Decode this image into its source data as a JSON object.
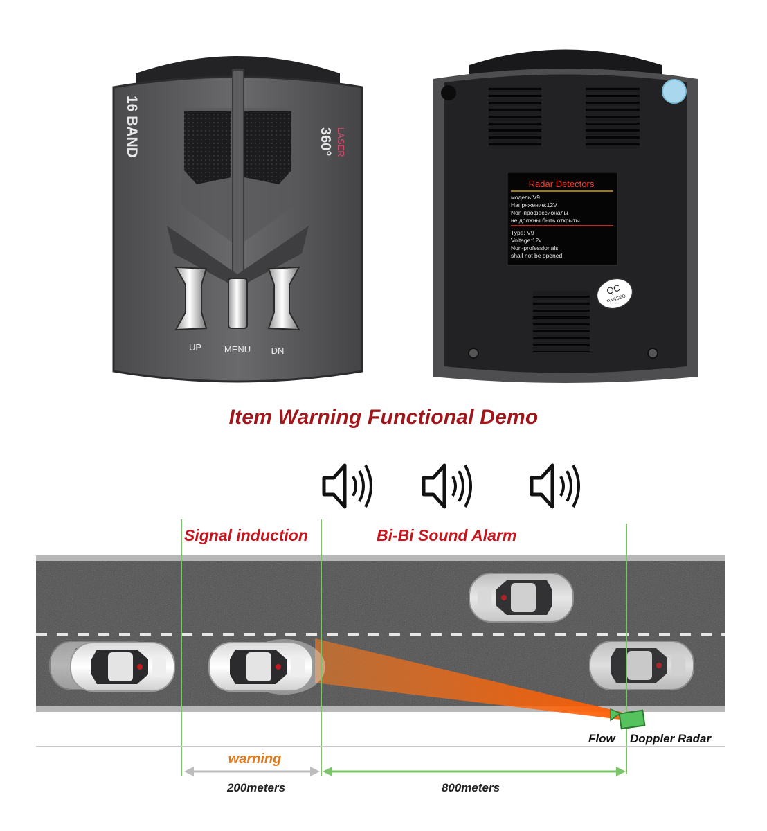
{
  "front_device": {
    "band_label": "16 BAND",
    "degree_label": "360°",
    "laser_label": "LASER",
    "buttons": {
      "up": "UP",
      "menu": "MENU",
      "dn": "DN"
    }
  },
  "back_device": {
    "sticker_title": "Radar Detectors",
    "sticker_lines_ru": [
      "модель:V9",
      "Напряжение:12V",
      "Non-профессионалы",
      "не должны быть открыты"
    ],
    "sticker_lines_en": [
      "Type: V9",
      "Voltage:12v",
      "Non-professionals",
      "shall not be opened"
    ],
    "qc_top": "QC",
    "qc_bottom": "PASSED"
  },
  "demo": {
    "title": "Item Warning Functional Demo",
    "signal_label": "Signal induction",
    "alarm_label": "Bi-Bi Sound Alarm",
    "warning_label": "warning",
    "dist_200": "200meters",
    "dist_800": "800meters",
    "flow_label": "Flow",
    "radar_label": "Doppler Radar"
  },
  "colors": {
    "title_red": "#a0161b",
    "alarm_red": "#c8141c",
    "guide_green": "#7cc46a",
    "beam_orange": "#ff6a00",
    "warning_orange": "#e07a1f"
  },
  "icons": [
    "speaker-sound-icon",
    "speaker-sound-icon",
    "speaker-sound-icon"
  ]
}
